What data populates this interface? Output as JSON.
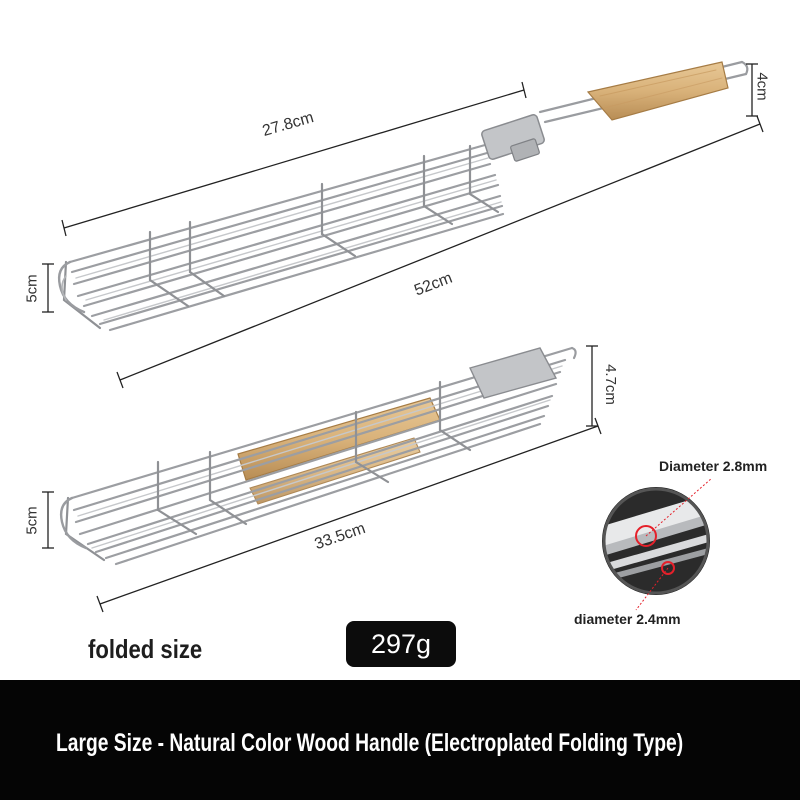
{
  "dimensions": {
    "total_length": "52cm",
    "basket_length": "27.8cm",
    "handle_height": "4cm",
    "basket_height": "5cm",
    "folded_length": "33.5cm",
    "folded_height": "4.7cm",
    "folded_basket_height": "5cm"
  },
  "wire_diameters": {
    "thick": "Diameter 2.8mm",
    "thin": "diameter 2.4mm"
  },
  "weight": "297g",
  "folded_caption": "folded size",
  "banner_title": "Large Size - Natural Color Wood Handle (Electroplated Folding Type)",
  "colors": {
    "wood": "#d9b27a",
    "wire": "#a8aaad",
    "banner": "#050505",
    "highlight": "#e5202a"
  }
}
